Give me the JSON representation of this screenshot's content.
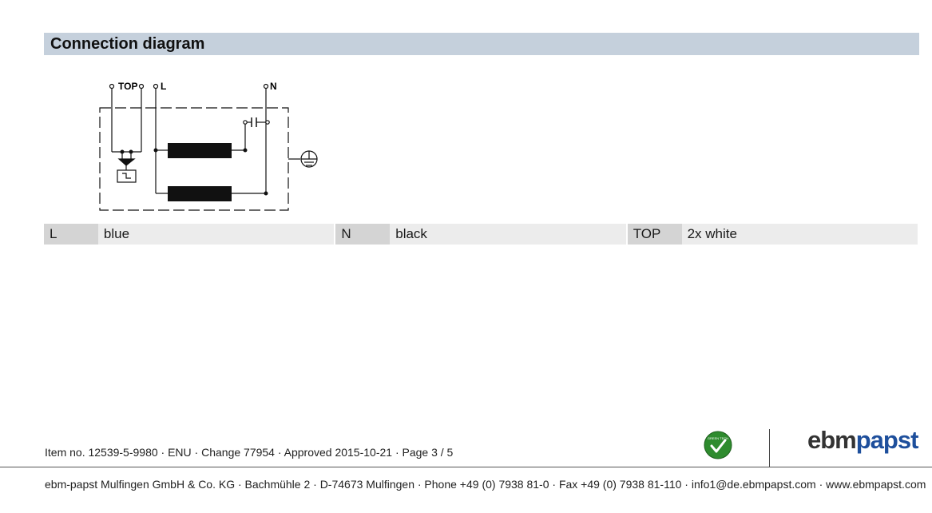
{
  "section": {
    "title": "Connection diagram"
  },
  "diagram": {
    "terminal_top": "TOP",
    "terminal_l": "L",
    "terminal_n": "N"
  },
  "wires": [
    {
      "terminal": "L",
      "color": "blue"
    },
    {
      "terminal": "N",
      "color": "black"
    },
    {
      "terminal": "TOP",
      "color": "2x white"
    }
  ],
  "footer": {
    "item_line": "Item no. 12539-5-9980 · ENU · Change 77954 · Approved 2015-10-21 · Page 3 / 5",
    "company_line": "ebm-papst Mulfingen GmbH & Co. KG · Bachmühle 2 · D-74673 Mulfingen · Phone +49 (0) 7938 81-0 · Fax +49 (0) 7938 81-110 · info1@de.ebmpapst.com · www.ebmpapst.com",
    "badge_text": "GREEN TECH",
    "logo_part1": "ebm",
    "logo_part2": "papst",
    "brand_blue": "#1e4f9c",
    "badge_green": "#2e8b2e"
  }
}
